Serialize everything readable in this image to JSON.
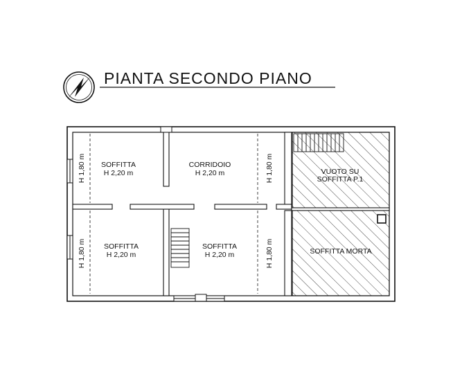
{
  "title": "PIANTA SECONDO PIANO",
  "north_symbol": "north-arrow-icon",
  "rooms": {
    "top_left": {
      "line1": "SOFFITTA",
      "line2": "H 2,20 m"
    },
    "top_mid": {
      "line1": "CORRIDOIO",
      "line2": "H 2,20 m"
    },
    "top_right": {
      "line1": "VUOTO SU",
      "line2": "SOFFITTA P.1"
    },
    "bottom_left": {
      "line1": "SOFFITTA",
      "line2": "H 2,20 m"
    },
    "bottom_mid": {
      "line1": "SOFFITTA",
      "line2": "H 2,20 m"
    },
    "bottom_right": {
      "line1": "SOFFITTA MORTA"
    }
  },
  "height_marks": {
    "left_top": "H 1,80 m",
    "left_bottom": "H 1,80 m",
    "mid_top": "H 1,80 m",
    "mid_bottom": "H 1,80 m"
  },
  "colors": {
    "line": "#111111",
    "hatch": "#333333",
    "background": "#ffffff"
  }
}
